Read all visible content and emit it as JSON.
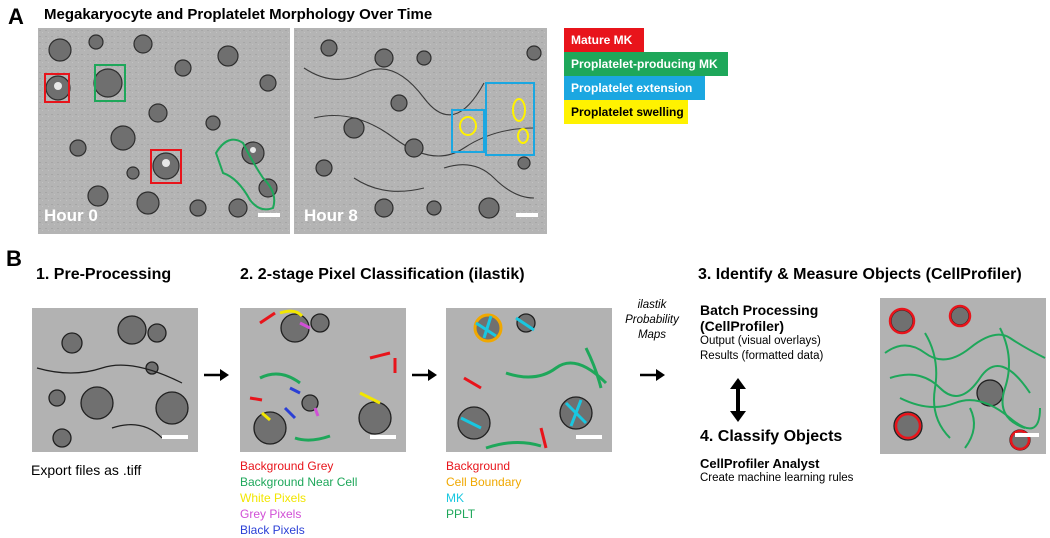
{
  "panel_a": {
    "letter": "A",
    "title": "Megakaryocyte and Proplatelet Morphology Over Time",
    "images": [
      {
        "label": "Hour 0"
      },
      {
        "label": "Hour 8"
      }
    ],
    "legend": [
      {
        "label": "Mature MK",
        "color": "#e8141b",
        "text_color": "#ffffff"
      },
      {
        "label": "Proplatelet-producing MK",
        "color": "#1ea75a",
        "text_color": "#ffffff"
      },
      {
        "label": "Proplatelet extension",
        "color": "#1ba7e1",
        "text_color": "#ffffff"
      },
      {
        "label": "Proplatelet swelling",
        "color": "#fff200",
        "text_color": "#000000"
      }
    ]
  },
  "panel_b": {
    "letter": "B",
    "step1": {
      "title": "1. Pre-Processing",
      "caption": "Export files as .tiff"
    },
    "step2": {
      "title": "2. 2-stage Pixel Classification (ilastik)",
      "stage1_labels": [
        {
          "text": "Background Grey",
          "color": "#e8141b"
        },
        {
          "text": "Background Near Cell",
          "color": "#1ea75a"
        },
        {
          "text": "White Pixels",
          "color": "#f2e600"
        },
        {
          "text": "Grey Pixels",
          "color": "#d14fd6"
        },
        {
          "text": "Black Pixels",
          "color": "#2a3fd6"
        }
      ],
      "stage2_labels": [
        {
          "text": "Background",
          "color": "#e8141b"
        },
        {
          "text": "Cell Boundary",
          "color": "#f0a800"
        },
        {
          "text": "MK",
          "color": "#19c7e0"
        },
        {
          "text": "PPLT",
          "color": "#1ea75a"
        }
      ]
    },
    "ilastik_maps": [
      "ilastik",
      "Probability",
      "Maps"
    ],
    "step3": {
      "title": "3. Identify & Measure Objects (CellProfiler)",
      "batch_title": "Batch Processing",
      "batch_subtitle": "(CellProfiler)",
      "output_text": "Output (visual overlays)",
      "results_text": "Results (formatted data)"
    },
    "step4": {
      "title": "4. Classify Objects",
      "analyst_title": "CellProfiler Analyst",
      "analyst_text": "Create machine learning rules"
    }
  },
  "colors": {
    "red": "#e8141b",
    "green": "#1ea75a",
    "blue": "#1ba7e1",
    "yellow": "#fff200"
  }
}
